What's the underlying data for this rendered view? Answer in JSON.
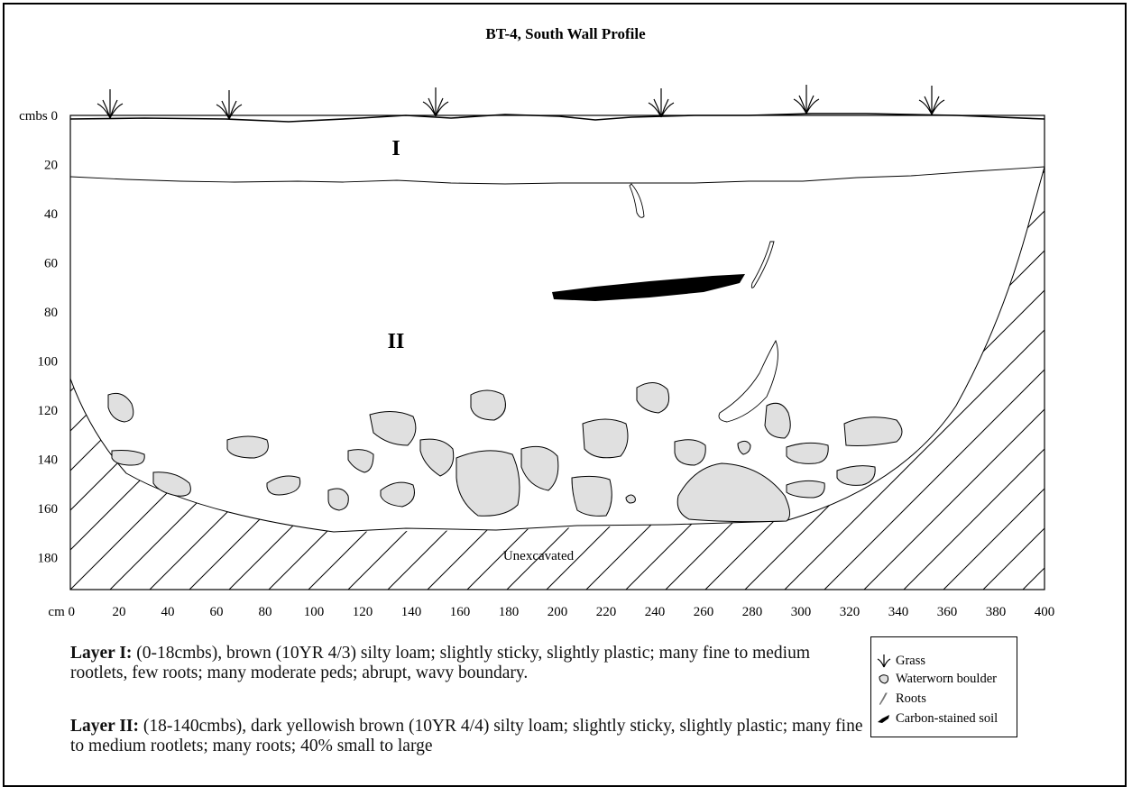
{
  "figure": {
    "title": "BT-4, South Wall Profile",
    "y_axis_unit": "cmbs",
    "x_axis_unit": "cm",
    "y_ticks": [
      "0",
      "20",
      "40",
      "60",
      "80",
      "100",
      "120",
      "140",
      "160",
      "180"
    ],
    "x_ticks": [
      "0",
      "20",
      "40",
      "60",
      "80",
      "100",
      "120",
      "140",
      "160",
      "180",
      "200",
      "220",
      "240",
      "260",
      "280",
      "300",
      "320",
      "340",
      "360",
      "380",
      "400"
    ],
    "layer_labels": [
      "I",
      "II"
    ],
    "unexcavated_label": "Unexcavated"
  },
  "description": {
    "layer1_label": "Layer I:",
    "layer1_text": "(0-18cmbs), brown (10YR 4/3) silty loam; slightly sticky, slightly plastic; many fine to medium rootlets, few roots; many moderate peds; abrupt, wavy boundary.",
    "layer2_label": "Layer II:",
    "layer2_text": "(18-140cmbs), dark yellowish brown (10YR 4/4) silty loam; slightly sticky, slightly plastic; many fine to medium rootlets; many roots; 40% small to large"
  },
  "legend": {
    "items": [
      {
        "icon": "grass-icon",
        "label": "Grass"
      },
      {
        "icon": "boulder-icon",
        "label": "Waterworn boulder"
      },
      {
        "icon": "root-icon",
        "label": "Roots"
      },
      {
        "icon": "carbon-stain-icon",
        "label": "Carbon-stained soil"
      }
    ]
  },
  "colors": {
    "boulder_fill": "#e0e0e0",
    "line": "#000000",
    "carbon": "#000000"
  }
}
